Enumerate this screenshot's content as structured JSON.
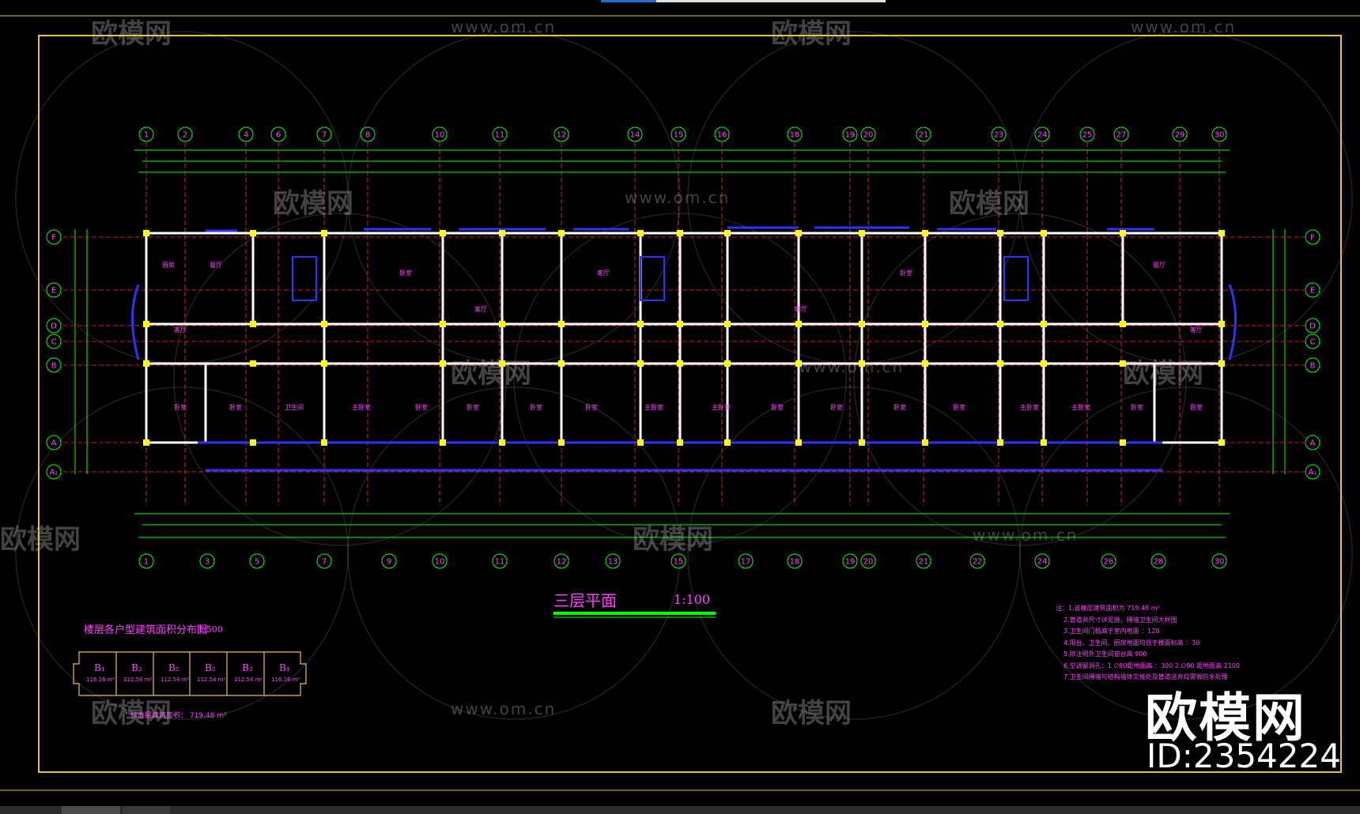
{
  "drawing": {
    "plan_title": "三层平面",
    "plan_scale": "1:100",
    "area_title": "楼层各户型建筑面积分布图",
    "area_scale": "1:500",
    "area_total": "标准层建筑面积：  719.48  m²",
    "units": [
      {
        "name": "B₁",
        "area": "116.16  m²"
      },
      {
        "name": "B₂",
        "area": "112.54  m²"
      },
      {
        "name": "B₂",
        "area": "112.54  m²"
      },
      {
        "name": "B₂",
        "area": "112.54  m²"
      },
      {
        "name": "B₂",
        "area": "112.54  m²"
      },
      {
        "name": "B₁",
        "area": "116.16  m²"
      }
    ],
    "notes": [
      "注：1.该楼层建筑面积为   719.48  m²",
      "2.管道井尺寸详见施，隔墙卫生间大样图",
      "3.卫生间门槛高于室内地面  ：120",
      "4.阳台、卫生间、厨房地面均低于楼面标高  ：30",
      "5.除注明外卫生间窗台高   900",
      "6.空调留洞孔：1 ∅80距地面高   ：300   2.∅80 距地面高   2100",
      "7.卫生间隔墙与结构墙体交接处及管道竖井均需做防水处理"
    ],
    "axes_top": [
      "1",
      "2",
      "4",
      "6",
      "7",
      "8",
      "10",
      "11",
      "12",
      "14",
      "15",
      "16",
      "18",
      "19",
      "20",
      "21",
      "23",
      "24",
      "25",
      "27",
      "29",
      "30"
    ],
    "axes_bottom": [
      "1",
      "3",
      "5",
      "7",
      "9",
      "10",
      "11",
      "12",
      "13",
      "15",
      "17",
      "18",
      "19",
      "20",
      "21",
      "22",
      "24",
      "26",
      "28",
      "30"
    ],
    "axes_rows": [
      "F",
      "E",
      "D",
      "C",
      "B",
      "A",
      "A₁"
    ],
    "rooms_label_bed": "卧室",
    "rooms_label_living": "客厅",
    "rooms_label_dining": "餐厅",
    "rooms_label_kitchen": "厨房",
    "rooms_label_bath": "卫生间",
    "rooms_label_master": "主卧室"
  },
  "watermark": {
    "brand": "欧模网",
    "url": "www.om.cn",
    "id": "ID:2354224"
  },
  "colors": {
    "frame": "#e8c040",
    "dimension": "#00ff00",
    "wall": "#ffffff",
    "window": "#3030ff",
    "text": "#ff40ff",
    "axis_line": "#ff3030",
    "column": "#ffff00"
  }
}
